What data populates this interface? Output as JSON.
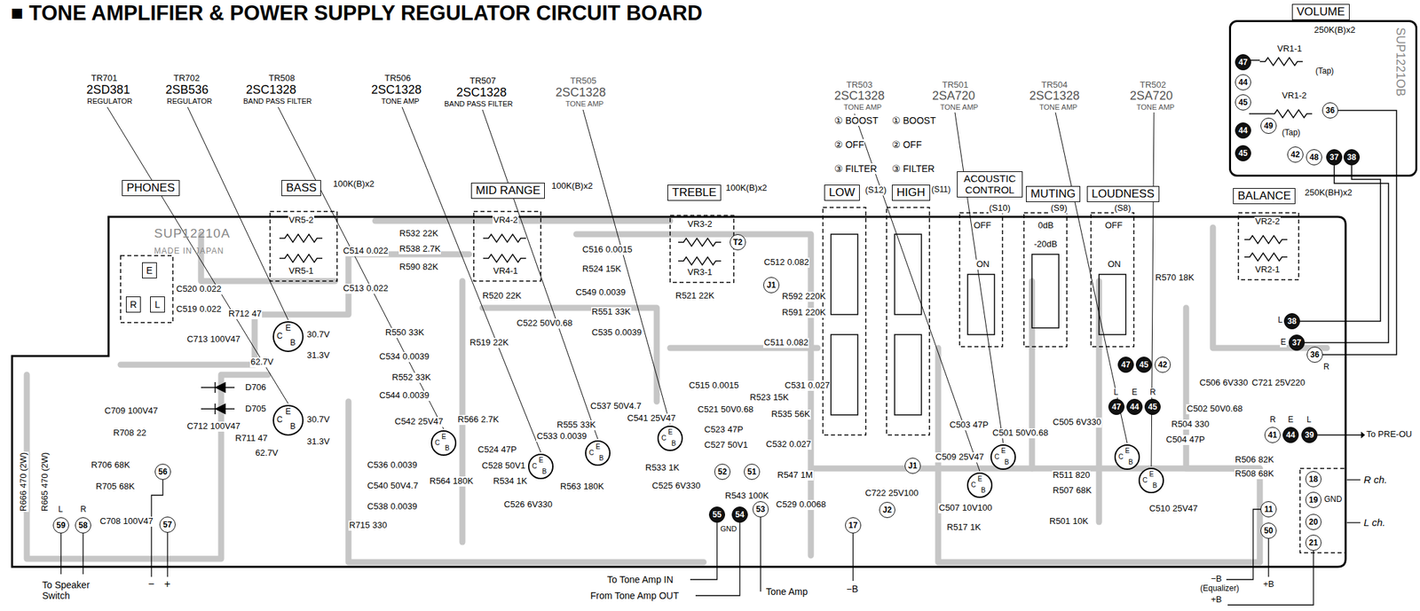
{
  "diagram": {
    "title": "■ TONE AMPLIFIER & POWER SUPPLY REGULATOR CIRCUIT BOARD",
    "nodes": [
      {
        "text": [
          "PHONES"
        ]
      },
      {
        "text": [
          "BASS"
        ]
      },
      {
        "text": [
          "MID RANGE"
        ]
      },
      {
        "text": [
          "TREBLE"
        ]
      },
      {
        "text": [
          "LOW"
        ]
      },
      {
        "text": [
          "HIGH"
        ]
      },
      {
        "text": [
          "ACOUSTIC CONTROL"
        ]
      },
      {
        "text": [
          "MUTING"
        ]
      },
      {
        "text": [
          "LOUDNESS"
        ]
      },
      {
        "text": [
          "VOLUME"
        ]
      },
      {
        "text": [
          "SUP1221OB"
        ]
      },
      {
        "text": [
          "BALANCE"
        ]
      },
      {
        "text": [
          "SUP12210A",
          "MADE IN JAPAN"
        ]
      },
      {
        "text": [
          "47"
        ],
        "in": 10
      },
      {
        "text": [
          "44"
        ],
        "in": 10
      },
      {
        "text": [
          "45"
        ],
        "in": 10
      },
      {
        "text": [
          "44"
        ],
        "in": 10
      },
      {
        "text": [
          "45"
        ],
        "in": 10
      },
      {
        "text": [
          "49"
        ],
        "in": 10
      },
      {
        "text": [
          "36"
        ],
        "in": 10
      },
      {
        "text": [
          "42"
        ],
        "in": 10
      },
      {
        "text": [
          "48"
        ],
        "in": 10
      },
      {
        "text": [
          "37"
        ],
        "in": 10
      },
      {
        "text": [
          "38"
        ],
        "in": 10
      },
      {
        "text": [
          "E"
        ],
        "in": 12
      },
      {
        "text": [
          "R"
        ],
        "in": 12
      },
      {
        "text": [
          "L"
        ],
        "in": 12
      },
      {
        "text": [
          "59"
        ],
        "in": 12
      },
      {
        "text": [
          "58"
        ],
        "in": 12
      },
      {
        "text": [
          "56"
        ],
        "in": 12
      },
      {
        "text": [
          "57"
        ],
        "in": 12
      },
      {
        "text": [
          "T2"
        ],
        "in": 12
      },
      {
        "text": [
          "J1"
        ],
        "in": 12
      },
      {
        "text": [
          "52"
        ],
        "in": 12
      },
      {
        "text": [
          "51"
        ],
        "in": 12
      },
      {
        "text": [
          "55"
        ],
        "in": 12
      },
      {
        "text": [
          "54"
        ],
        "in": 12
      },
      {
        "text": [
          "53"
        ],
        "in": 12
      },
      {
        "text": [
          "J1"
        ],
        "in": 12
      },
      {
        "text": [
          "J2"
        ],
        "in": 12
      },
      {
        "text": [
          "17"
        ],
        "in": 12
      },
      {
        "text": [
          "47"
        ],
        "in": 12
      },
      {
        "text": [
          "45"
        ],
        "in": 12
      },
      {
        "text": [
          "42"
        ],
        "in": 12
      },
      {
        "text": [
          "47"
        ],
        "in": 12
      },
      {
        "text": [
          "44"
        ],
        "in": 12
      },
      {
        "text": [
          "45"
        ],
        "in": 12
      },
      {
        "text": [
          "38"
        ],
        "in": 12
      },
      {
        "text": [
          "37"
        ],
        "in": 12
      },
      {
        "text": [
          "36"
        ],
        "in": 12
      },
      {
        "text": [
          "41"
        ],
        "in": 12
      },
      {
        "text": [
          "44"
        ],
        "in": 12
      },
      {
        "text": [
          "39"
        ],
        "in": 12
      },
      {
        "text": [
          "11"
        ],
        "in": 12
      },
      {
        "text": [
          "50"
        ],
        "in": 12
      },
      {
        "text": [
          "18"
        ],
        "in": 12
      },
      {
        "text": [
          "19"
        ],
        "in": 12
      },
      {
        "text": [
          "20"
        ],
        "in": 12
      },
      {
        "text": [
          "21"
        ],
        "in": 12
      }
    ],
    "edges": [
      {
        "from": 19,
        "to": 49,
        "arrow": "none"
      },
      {
        "from": 22,
        "to": 48,
        "arrow": "none"
      },
      {
        "from": 23,
        "to": 47,
        "arrow": "none"
      }
    ],
    "labels": [
      "TR701",
      "2SD381",
      "REGULATOR",
      "TR702",
      "2SB536",
      "REGULATOR",
      "TR508",
      "2SC1328",
      "BAND PASS FILTER",
      "TR506",
      "2SC1328",
      "TONE AMP",
      "TR507",
      "2SC1328",
      "BAND PASS FILTER",
      "TR505",
      "2SC1328",
      "TONE AMP",
      "TR503",
      "2SC1328",
      "TONE AMP",
      "TR501",
      "2SA720",
      "TONE AMP",
      "TR504",
      "2SC1328",
      "TONE AMP",
      "TR502",
      "2SA720",
      "TONE AMP",
      "① BOOST",
      "② OFF",
      "③ FILTER",
      "① BOOST",
      "② OFF",
      "③ FILTER",
      "100K(B)x2",
      "100K(B)x2",
      "100K(B)x2",
      "250K(B)x2",
      "250K(BH)x2",
      "(S12)",
      "(S11)",
      "(S10)",
      "(S9)",
      "(S8)",
      "OFF",
      "ON",
      "0dB",
      "-20dB",
      "OFF",
      "ON",
      "VR5-2",
      "VR5-1",
      "VR4-2",
      "VR4-1",
      "VR3-2",
      "VR3-1",
      "VR2-2",
      "VR2-1",
      "VR1-1",
      "(Tap)",
      "VR1-2",
      "(Tap)",
      "C520 0.022",
      "C519 0.022",
      "C514 0.022",
      "C513 0.022",
      "R532 22K",
      "R538 2.7K",
      "R590 82K",
      "R520 22K",
      "R519 22K",
      "R550 33K",
      "C534 0.0039",
      "R552 33K",
      "C544 0.0039",
      "C542 25V47",
      "R566 2.7K",
      "C536 0.0039",
      "C540 50V4.7",
      "C538 0.0039",
      "R715 330",
      "R564 180K",
      "C524 47P",
      "C528 50V1",
      "R534 1K",
      "C526 6V330",
      "R563 180K",
      "R555 33K",
      "C533 0.0039",
      "C537 50V4.7",
      "C541 25V47",
      "R533 1K",
      "C525 6V330",
      "C516 0.0015",
      "R524 15K",
      "C549 0.0039",
      "R551 33K",
      "C522 50V0.68",
      "C535 0.0039",
      "R521 22K",
      "C512 0.082",
      "R592 220K",
      "R591 220K",
      "C511 0.082",
      "C515 0.0015",
      "R523 15K",
      "C531 0.027",
      "C521 50V0.68",
      "C523 47P",
      "R535 56K",
      "C527 50V1",
      "C532 0.027",
      "R547 1M",
      "R543 100K",
      "C529 0.0068",
      "C713 100V47",
      "R712 47",
      "D706",
      "D705",
      "C712 100V47",
      "R711 47",
      "C709 100V47",
      "R708 22",
      "R706 68K",
      "R705 68K",
      "C708 100V47",
      "R666 470 (2W)",
      "R665 470 (2W)",
      "C506 6V330",
      "C721 25V220",
      "R570 18K",
      "R504 330",
      "C504 47P",
      "C502 50V0.68",
      "R506 82K",
      "R508 68K",
      "C510 25V47",
      "R511 820",
      "R507 68K",
      "R501 10K",
      "C505 6V330",
      "C501 50V0.68",
      "C503 47P",
      "C509 25V47",
      "C507 10V100",
      "C722 25V100",
      "R517 1K",
      "30.7V",
      "31.3V",
      "62.7V",
      "30.7V",
      "31.3V",
      "62.7V",
      "To Speaker Switch",
      "−",
      "+",
      "To Tone Amp IN",
      "From Tone Amp OUT",
      "Tone Amp",
      "GND",
      "−B",
      "−B",
      "(Equalizer)",
      "+B",
      "+B",
      "To PRE-OU",
      "R ch.",
      "GND",
      "L ch.",
      "L",
      "E",
      "R",
      "L",
      "E",
      "R",
      "R",
      "E",
      "L",
      "L",
      "R",
      "C",
      "E",
      "B",
      "C",
      "E",
      "B",
      "C",
      "E",
      "B",
      "C",
      "E",
      "B",
      "C",
      "E",
      "B",
      "C",
      "E",
      "B",
      "C",
      "E",
      "B",
      "C",
      "E",
      "B",
      "C",
      "E",
      "B",
      "C",
      "E",
      "B"
    ]
  }
}
